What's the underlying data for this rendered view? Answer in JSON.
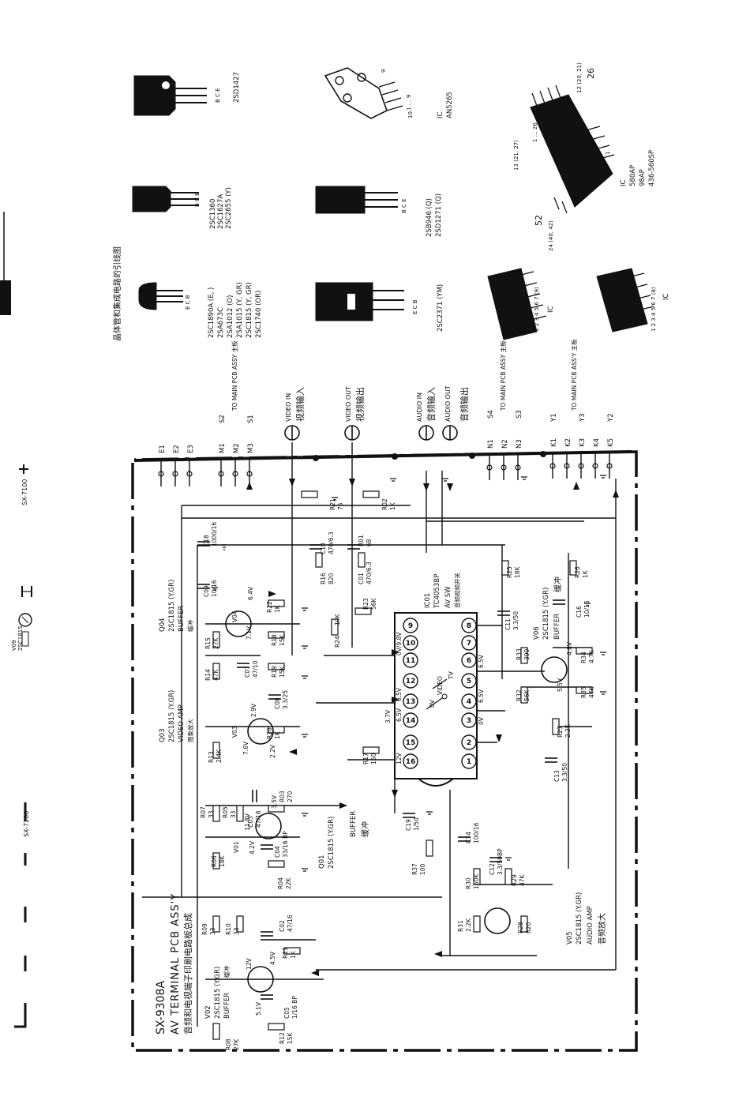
{
  "page": {
    "model_code": "SX-9308A",
    "title_en": "AV TERMINAL PCB ASS'Y",
    "title_cn": "音频和电视端子印刷电路板总成",
    "side_label_top": "SX-7100",
    "side_label_bottom": "SX-7200",
    "side_transistor": {
      "ref": "V09",
      "part": "2SC1815"
    },
    "pinout_heading": "晶体管和集成电路的引线图"
  },
  "pinouts": [
    {
      "parts": [
        "2SD1427"
      ],
      "pins": "B C E"
    },
    {
      "parts": [
        "2SC1360",
        "2SC1627A",
        "2SC2655 (Y)"
      ],
      "pins": "B C E"
    },
    {
      "parts": [
        "2SC1890A (E, )",
        "2SA673C",
        "2SA1012 (O)",
        "2SA1015 (Y, GR)",
        "2SC1815 (Y, GR)",
        "2SC1740 (OR)"
      ],
      "pins": "E C B"
    },
    {
      "parts": [
        "IC",
        "AN5265"
      ],
      "pins": "1 … 9"
    },
    {
      "parts": [
        "2SB946 (Q)",
        "2SD1271 (Q)"
      ],
      "pins": "B C E"
    },
    {
      "parts": [
        "2SC2371 (YM)"
      ],
      "pins": "E C B"
    },
    {
      "parts": [
        "IC",
        "580AP",
        "98AP",
        "436-560SP"
      ],
      "pins": "1 … 26"
    },
    {
      "parts": [
        "IC"
      ],
      "pins": "1 2 3 4 5 6 7 (9)"
    },
    {
      "parts": [
        "IC"
      ],
      "pins": "1 2 3 4 5 6 7 (8)"
    }
  ],
  "pinout_pin_labels": [
    "13 (21, 27)",
    "12 (20, 21)",
    "26",
    "52",
    "24 (40, 42)",
    "1",
    "9",
    "10"
  ],
  "connectors": {
    "E": [
      "E1",
      "E2",
      "E3"
    ],
    "M": [
      "M1",
      "M2",
      "M3"
    ],
    "M_side": [
      "S2",
      "S1"
    ],
    "M_dest": "TO MAIN PCB ASSY 主板",
    "N": [
      "N1",
      "N2",
      "N3"
    ],
    "N_side": [
      "S4",
      "S3"
    ],
    "N_dest": "TO MAIN PCB ASSY 主板",
    "K": [
      "K1",
      "K2",
      "K3",
      "K4",
      "K5"
    ],
    "K_side": [
      "Y1",
      "Y3",
      "Y2"
    ],
    "K_dest": "TO MAIN PCB ASS'Y 主板"
  },
  "jacks": [
    {
      "label": "VIDEO IN",
      "cn": "视频输入"
    },
    {
      "label": "VIDEO OUT",
      "cn": "视频输出"
    },
    {
      "label": "AUDIO IN",
      "cn": "音频输入"
    },
    {
      "label": "AUDIO OUT",
      "cn": "音频输出"
    }
  ],
  "ic": {
    "ref": "IC01",
    "part": "TC4053BP",
    "fn_en": "AV SW",
    "fn_cn": "音频视频开关",
    "pins": [
      "1",
      "2",
      "3",
      "4",
      "5",
      "6",
      "7",
      "8",
      "9",
      "10",
      "11",
      "12",
      "13",
      "14",
      "15",
      "16"
    ],
    "pin_voltages": [
      "6.5V",
      "6.5V",
      "6.5V",
      "6.5V",
      "0V",
      "3.7V",
      "12V",
      "0V/9.8V"
    ],
    "switch_labels": [
      "VIDEO",
      "TV",
      "0V"
    ]
  },
  "transistors": [
    {
      "ref": "Q01",
      "part": "2SC1815 (Y.GR)",
      "fn": "BUFFER",
      "cn": "缓冲"
    },
    {
      "ref": "Q03",
      "part": "2SC1815 (Y.GR)",
      "fn": "VIDEO AMP",
      "cn": "图象放大"
    },
    {
      "ref": "Q04",
      "part": "2SC1815 (Y.GR)",
      "fn": "BUFFER",
      "cn": "缓冲"
    },
    {
      "ref": "V02",
      "part": "2SC1815 (Y.GR)",
      "fn": "BUFFER",
      "cn": "缓冲"
    },
    {
      "ref": "V05",
      "part": "2SC1815 (Y.GR)",
      "fn": "AUDIO AMP",
      "cn": "音频放大"
    },
    {
      "ref": "V06",
      "part": "2SC1815 (Y.GR)",
      "fn": "BUFFER",
      "cn": "缓冲"
    }
  ],
  "transistor_node_labels": [
    "V01",
    "V03",
    "V04"
  ],
  "node_voltages": [
    "11.8V",
    "3.5V",
    "4.2V",
    "7.6V",
    "2.9V",
    "2.2V",
    "6.4V",
    "7.1V",
    "12V",
    "5.1V",
    "4.5V",
    "4.8V",
    "5.5V"
  ],
  "resistors": [
    {
      "ref": "R01",
      "val": "68"
    },
    {
      "ref": "R02",
      "val": "1K"
    },
    {
      "ref": "R03",
      "val": "270"
    },
    {
      "ref": "R04",
      "val": "22K"
    },
    {
      "ref": "R05",
      "val": "33"
    },
    {
      "ref": "R06",
      "val": "18K"
    },
    {
      "ref": "R07",
      "val": "33"
    },
    {
      "ref": "R08",
      "val": "27K"
    },
    {
      "ref": "R09",
      "val": "33"
    },
    {
      "ref": "R10",
      "val": "33"
    },
    {
      "ref": "R11",
      "val": "1K"
    },
    {
      "ref": "R12",
      "val": "15K"
    },
    {
      "ref": "R13",
      "val": "2.4K"
    },
    {
      "ref": "R14",
      "val": "47K"
    },
    {
      "ref": "R15",
      "val": "27K"
    },
    {
      "ref": "R16",
      "val": "820"
    },
    {
      "ref": "R17",
      "val": "150"
    },
    {
      "ref": "R18",
      "val": "15K"
    },
    {
      "ref": "R19",
      "val": "15K"
    },
    {
      "ref": "R20",
      "val": "1K"
    },
    {
      "ref": "R21",
      "val": "75"
    },
    {
      "ref": "R22",
      "val": "1K"
    },
    {
      "ref": "R23",
      "val": "56K"
    },
    {
      "ref": "R24",
      "val": "10K"
    },
    {
      "ref": "R25",
      "val": "18K"
    },
    {
      "ref": "R26",
      "val": "1K"
    },
    {
      "ref": "R27",
      "val": "2.2K"
    },
    {
      "ref": "R28",
      "val": "820"
    },
    {
      "ref": "R29",
      "val": "47K"
    },
    {
      "ref": "R30",
      "val": "150K"
    },
    {
      "ref": "R31",
      "val": "2.2K"
    },
    {
      "ref": "R32",
      "val": "56K"
    },
    {
      "ref": "R33",
      "val": "390"
    },
    {
      "ref": "R34",
      "val": "4.7K"
    },
    {
      "ref": "R35",
      "val": "47K"
    },
    {
      "ref": "R37",
      "val": "100"
    }
  ],
  "capacitors": [
    {
      "ref": "C01",
      "val": "470/6.3"
    },
    {
      "ref": "C02",
      "val": "47/16"
    },
    {
      "ref": "C03",
      "val": "47/16"
    },
    {
      "ref": "C04",
      "val": "33/16 BP"
    },
    {
      "ref": "C05",
      "val": "1/16 BP"
    },
    {
      "ref": "C07",
      "val": "47/10"
    },
    {
      "ref": "C08",
      "val": "3.3/25"
    },
    {
      "ref": "C09",
      "val": "10/16"
    },
    {
      "ref": "C10",
      "val": "470/6.3"
    },
    {
      "ref": "C11",
      "val": "3.3/50"
    },
    {
      "ref": "C12",
      "val": "3.3/50BP"
    },
    {
      "ref": "C13",
      "val": "3.3/50"
    },
    {
      "ref": "C14",
      "val": "100/16"
    },
    {
      "ref": "C16",
      "val": "10/16"
    },
    {
      "ref": "C18",
      "val": "1000/16"
    },
    {
      "ref": "C19",
      "val": "1/50"
    }
  ]
}
